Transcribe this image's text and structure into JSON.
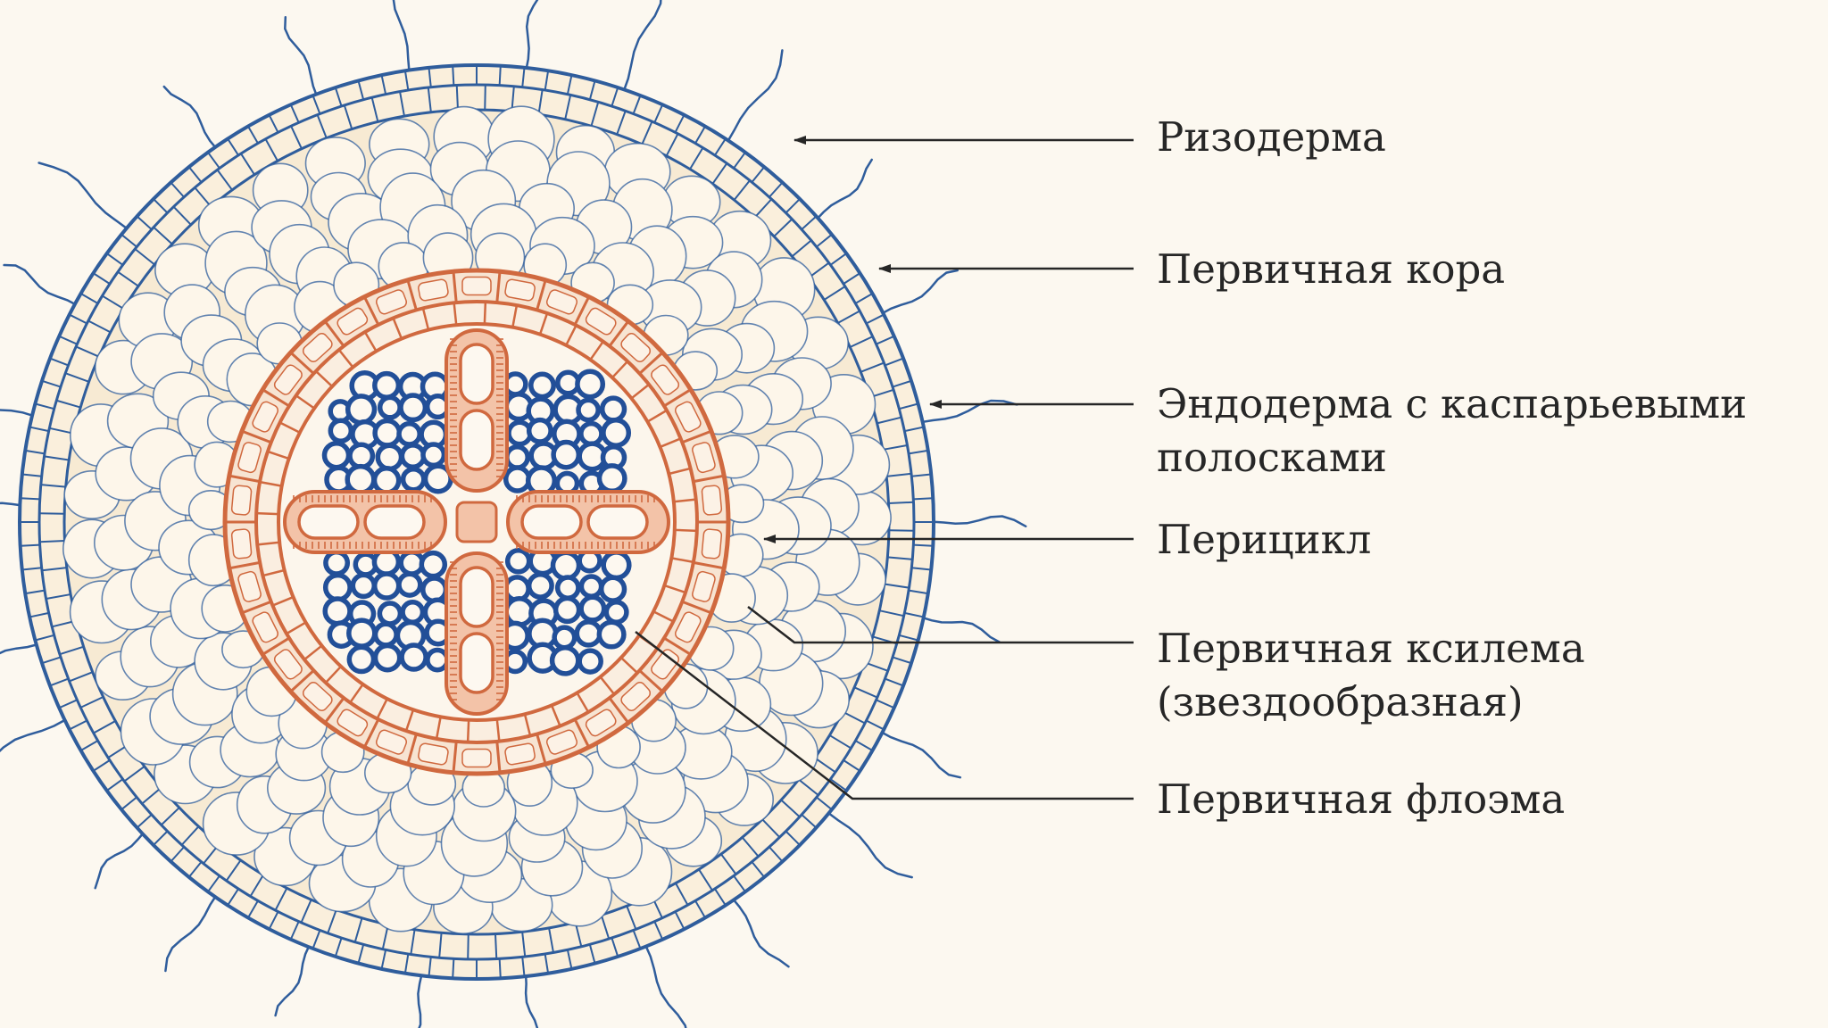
{
  "labels": [
    {
      "id": "rhizoderm",
      "text": "Ризодерма"
    },
    {
      "id": "cortex",
      "text": "Первичная кора"
    },
    {
      "id": "endoderm",
      "lines": [
        "Эндодерма с каспарьевыми",
        "полосками"
      ]
    },
    {
      "id": "pericycle",
      "text": "Перицикл"
    },
    {
      "id": "xylem",
      "lines": [
        "Первичная ксилема",
        "(звездообразная)"
      ]
    },
    {
      "id": "phloem",
      "text": "Первичная флоэма"
    }
  ],
  "colors": {
    "background": "#fcf8f0",
    "outer_tissue": "#2f5d9c",
    "stele_tissue": "#d0693f",
    "phloem_cells": "#224f98",
    "pointer": "#262626",
    "label_text": "#262626"
  }
}
